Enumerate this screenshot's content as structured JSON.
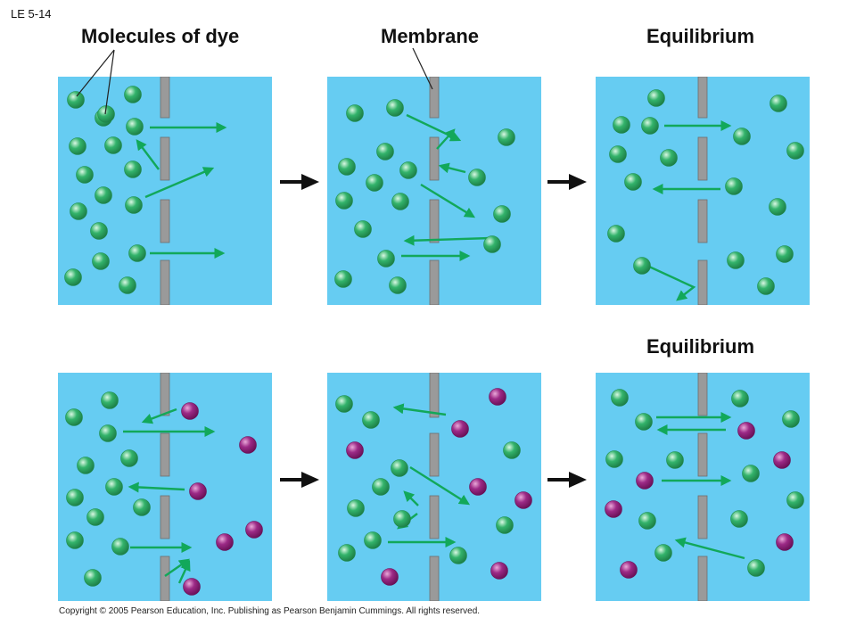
{
  "figure_id": "LE 5-14",
  "labels": {
    "molecules_of_dye": "Molecules of dye",
    "membrane": "Membrane",
    "equilibrium_top": "Equilibrium",
    "equilibrium_bottom": "Equilibrium"
  },
  "copyright": "Copyright © 2005 Pearson Education, Inc. Publishing as Pearson Benjamin Cummings. All rights reserved.",
  "colors": {
    "water": "#66ccf2",
    "membrane": "#9a9a9a",
    "green_molecule": "#33b36b",
    "purple_molecule": "#9c2a86",
    "arrow": "#12a85a",
    "stage_arrow": "#111111"
  },
  "icons": {
    "green_molecule": "green-dye-molecule-icon",
    "purple_molecule": "purple-dye-molecule-icon",
    "movement_arrow": "movement-arrow-icon",
    "stage_arrow": "right-arrow-icon"
  }
}
